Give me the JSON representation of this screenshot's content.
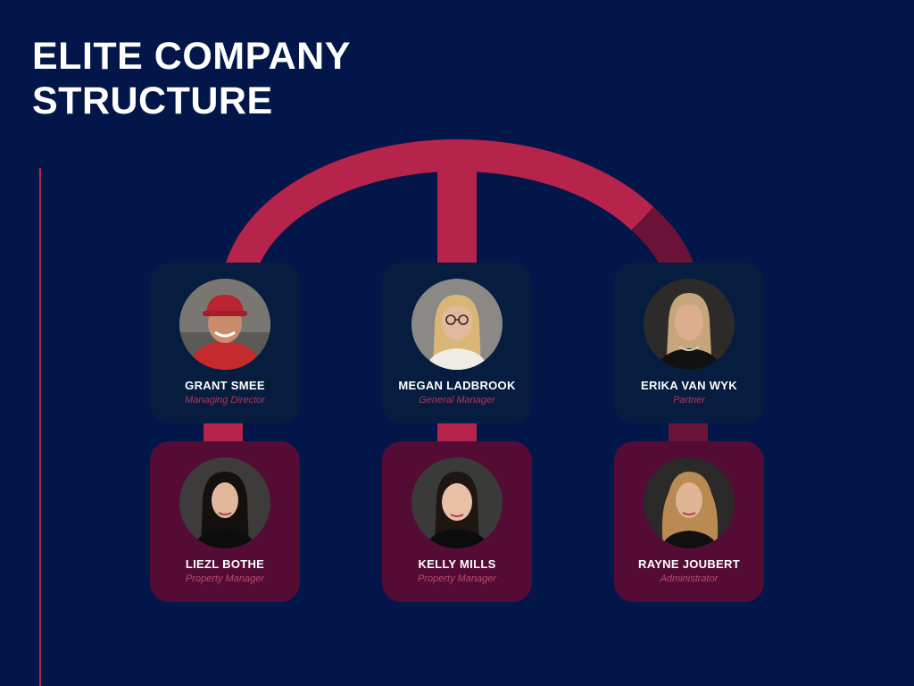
{
  "title": {
    "line1": "ELITE COMPANY",
    "line2": "STRUCTURE"
  },
  "colors": {
    "background": "#03164a",
    "accent": "#b6234b",
    "accent_dark": "#6b1238",
    "top_card": "#061d3f",
    "bottom_card": "#540c35"
  },
  "top_row": [
    {
      "name": "GRANT SMEE",
      "role": "Managing Director",
      "photo_icon": "portrait-man-red-cap"
    },
    {
      "name": "MEGAN LADBROOK",
      "role": "General Manager",
      "photo_icon": "portrait-woman-blonde-glasses"
    },
    {
      "name": "ERIKA VAN WYK",
      "role": "Partner",
      "photo_icon": "portrait-woman-blonde"
    }
  ],
  "bottom_row": [
    {
      "name": "LIEZL BOTHE",
      "role": "Property Manager",
      "photo_icon": "portrait-woman-dark-hair"
    },
    {
      "name": "KELLY MILLS",
      "role": "Property Manager",
      "photo_icon": "portrait-woman-dark-hair"
    },
    {
      "name": "RAYNE JOUBERT",
      "role": "Administrator",
      "photo_icon": "portrait-woman-wavy-blonde"
    }
  ]
}
